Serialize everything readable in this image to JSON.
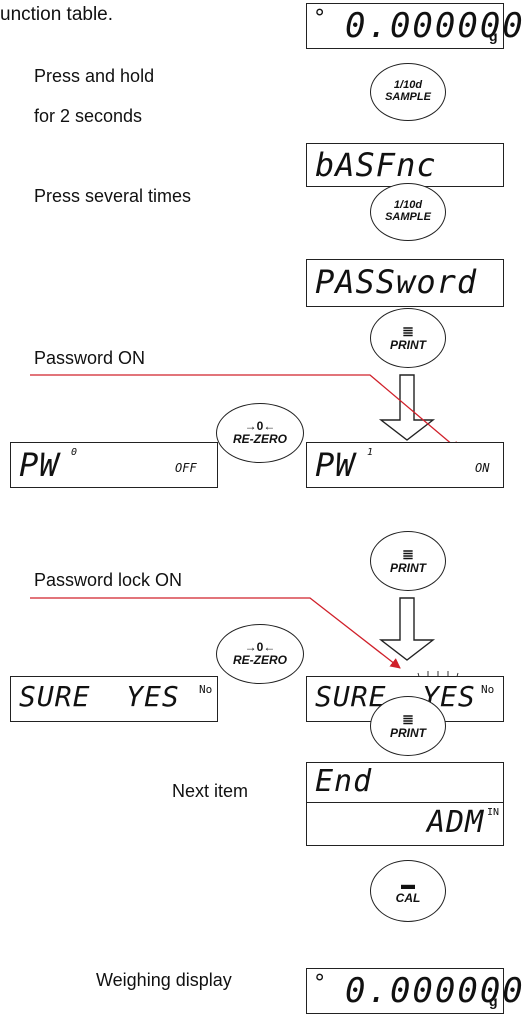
{
  "texts": {
    "intro": "unction table.",
    "press_hold_1": "Press and hold",
    "press_hold_2": "for 2 seconds",
    "press_several": "Press several times",
    "password_on": "Password ON",
    "password_lock_on": "Password lock ON",
    "next_item": "Next item",
    "weighing_display": "Weighing display"
  },
  "displays": {
    "top_value": "0.000000",
    "top_dot": "°",
    "top_unit": "g",
    "basfnc": "bASFnc",
    "password": "PASSword",
    "pw_left": "PW",
    "pw_left_digit": "0",
    "pw_left_state": "OFF",
    "pw_right": "PW",
    "pw_right_digit": "1",
    "pw_right_state": "ON",
    "sure_left": "SURE  YES",
    "sure_left_no": "No",
    "sure_right": "SURE  YES",
    "sure_right_no": "No",
    "end": "End",
    "admin": "ADM",
    "admin_sup": "IN",
    "bottom_value": "0.000000",
    "bottom_dot": "°",
    "bottom_unit": "g"
  },
  "buttons": {
    "sample": {
      "line1": "1/10d",
      "line2": "SAMPLE"
    },
    "print": {
      "glyph": "≣",
      "label": "PRINT"
    },
    "rezero": {
      "line1": "→0←",
      "line2": "RE-ZERO"
    },
    "cal": {
      "glyph": "▬",
      "label": "CAL"
    }
  },
  "colors": {
    "callout_line": "#d0202a",
    "stroke": "#222222"
  }
}
